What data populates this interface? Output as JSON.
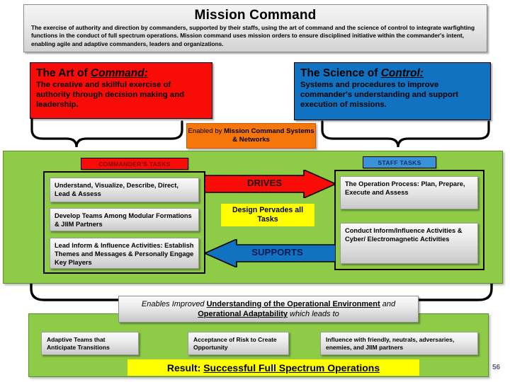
{
  "header": {
    "title": "Mission Command",
    "body": "The exercise of authority and direction by commanders, supported by their staffs, using the art of command and the science of control to integrate warfighting functions in the conduct of full spectrum operations.  Mission command uses mission orders to ensure disciplined initiative within the commander's intent, enabling agile and adaptive commanders, leaders and organizations."
  },
  "art": {
    "heading_lead": "The Art of ",
    "heading_em": "Command:",
    "body": "The creative and skillful exercise of authority through decision making and leadership."
  },
  "science": {
    "heading_lead": "The Science of ",
    "heading_em": "Control:",
    "body": "Systems and procedures to improve commander's understanding and support execution of missions."
  },
  "enabled": {
    "lead": "Enabled by ",
    "strong": "Mission Command Systems & Networks"
  },
  "commander": {
    "tag": "COMMANDER'S TASKS",
    "tasks": [
      "Understand, Visualize, Describe, Direct, Lead & Assess",
      "Develop Teams Among Modular Formations & JIIM Partners",
      "Lead Inform & Influence Activities: Establish Themes and Messages  & Personally Engage Key Players"
    ]
  },
  "staff": {
    "tag": "STAFF TASKS",
    "tasks": [
      "The Operation Process: Plan, Prepare, Execute and Assess",
      "Conduct Inform/Influence Activities & Cyber/ Electromagnetic Activities"
    ]
  },
  "arrows": {
    "drives": "DRIVES",
    "supports": "SUPPORTS"
  },
  "design": {
    "text": "Design Pervades all Tasks"
  },
  "enables": {
    "lead": "Enables Improved ",
    "strong1": "Understanding of the Operational Environment",
    "mid": " and ",
    "strong2": "Operational Adaptability",
    "tail": " which leads to"
  },
  "outcomes": [
    "Adaptive Teams that Anticipate Transitions",
    "Acceptance of Risk to Create Opportunity",
    "Influence with friendly, neutrals, adversaries, enemies, and JIIM partners"
  ],
  "result": {
    "lead": "Result: ",
    "strong": "Successful Full Spectrum Operations"
  },
  "page_number": "56",
  "colors": {
    "red": "#f90b08",
    "blue": "#1072c0",
    "orange": "#f5760b",
    "green": "#8ecb47",
    "yellow": "#ffff00",
    "arrow_blue": "#1072c0",
    "tag_blue": "#3a93d8",
    "gray_card": "#eaeaea"
  }
}
